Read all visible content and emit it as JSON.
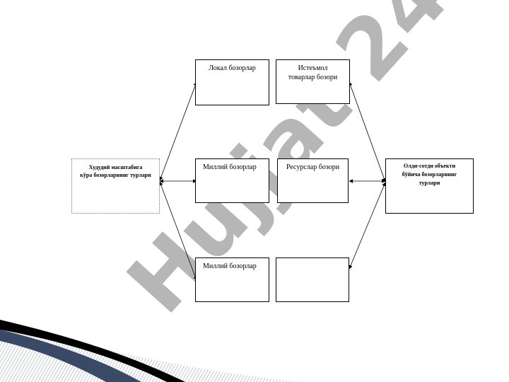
{
  "watermark": {
    "text": "Hujjat 24",
    "color": "#b3b3b3",
    "accent_color": "#c9c3f0"
  },
  "center_left": {
    "line1": "Худудий масштабига",
    "line2": "кўра бозорларнинг турлари"
  },
  "center_right": {
    "line1": "Олди-сотди объекти",
    "line2": "бўйича бозорларнинг",
    "line3": "турлари"
  },
  "boxes": {
    "top_left": "Локал бозорлар",
    "top_right_line1": "Истеъмол",
    "top_right_line2": "товарлар бозори",
    "middle_left": "Миллий бозорлар",
    "middle_right": "Ресурслар бозори",
    "bottom_left": "Миллий бозорлар",
    "bottom_right": ""
  }
}
